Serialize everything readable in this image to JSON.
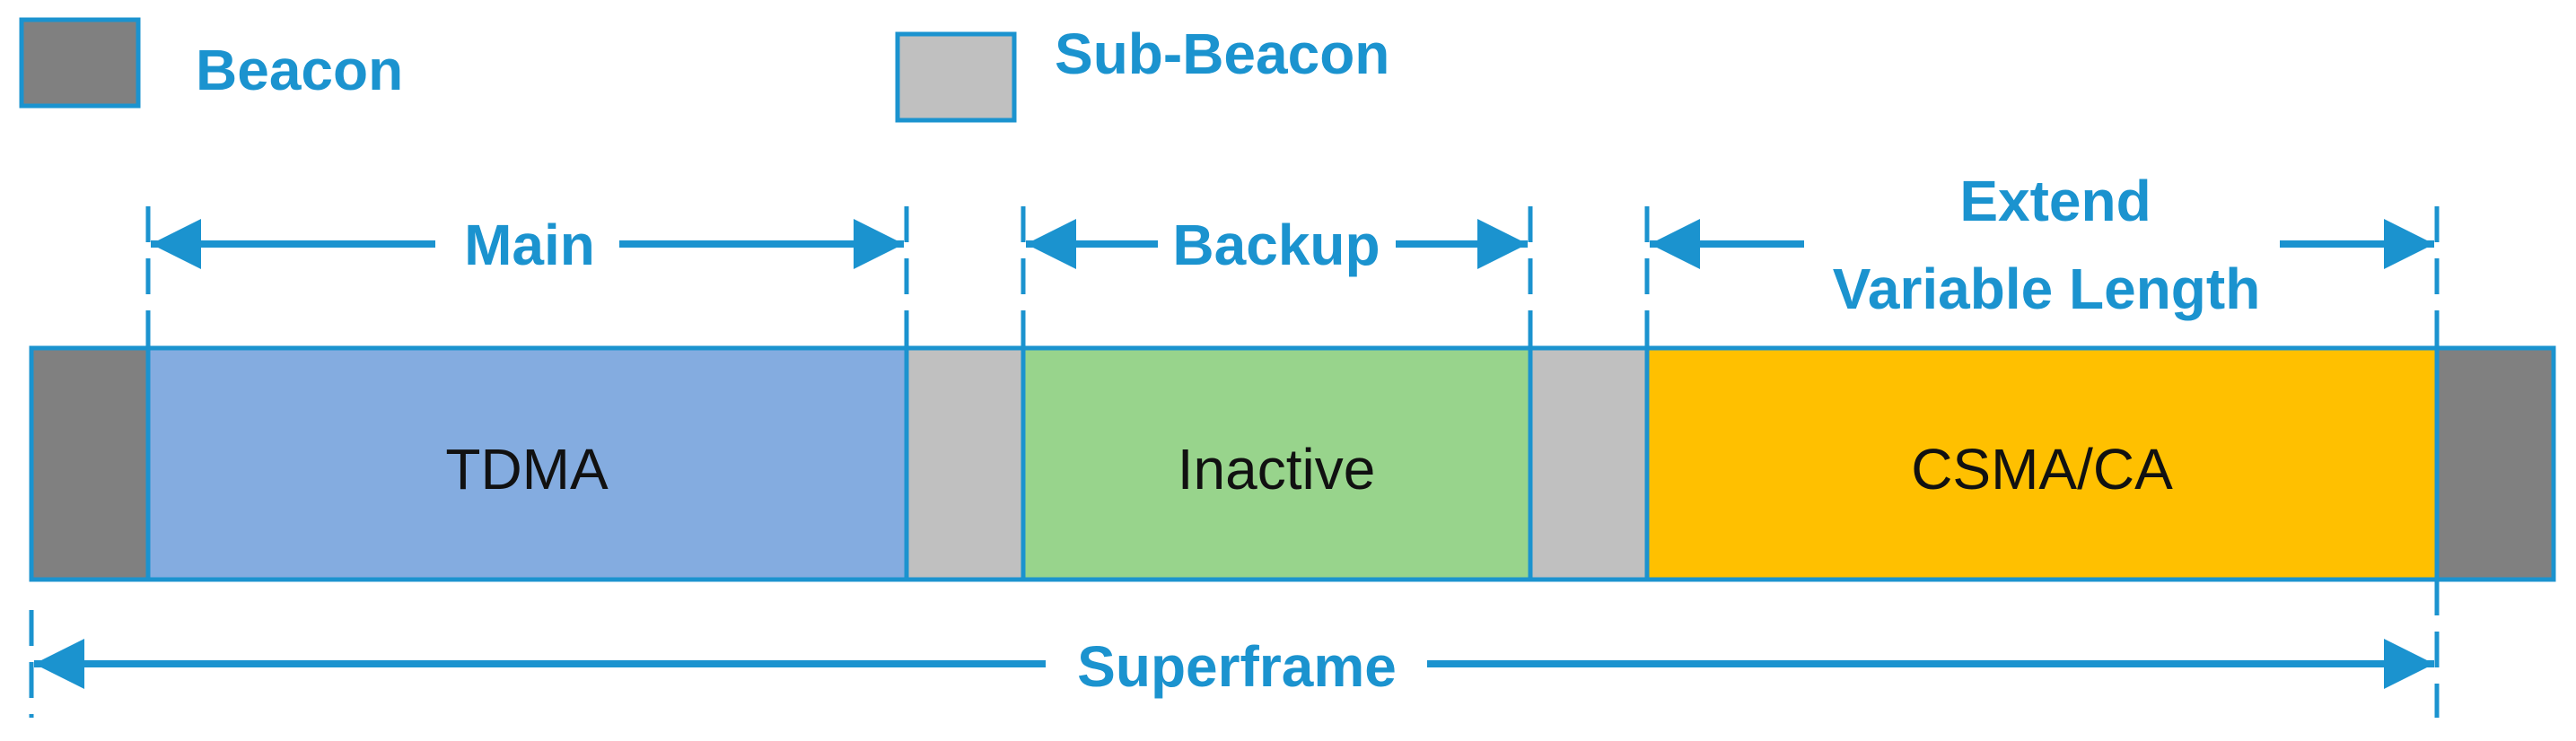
{
  "legend": {
    "beacon_label": "Beacon",
    "sub_beacon_label": "Sub-Beacon"
  },
  "segments": {
    "tdma": "TDMA",
    "inactive": "Inactive",
    "csma": "CSMA/CA"
  },
  "spans": {
    "main": "Main",
    "backup": "Backup",
    "extend_line1": "Extend",
    "extend_line2": "Variable Length",
    "superframe": "Superframe"
  },
  "colors": {
    "accent": "#1B93CF",
    "beacon": "#808080",
    "sub_beacon": "#C0C0C0",
    "tdma": "#84ACE0",
    "inactive": "#98D48C",
    "csma": "#FFC000"
  }
}
